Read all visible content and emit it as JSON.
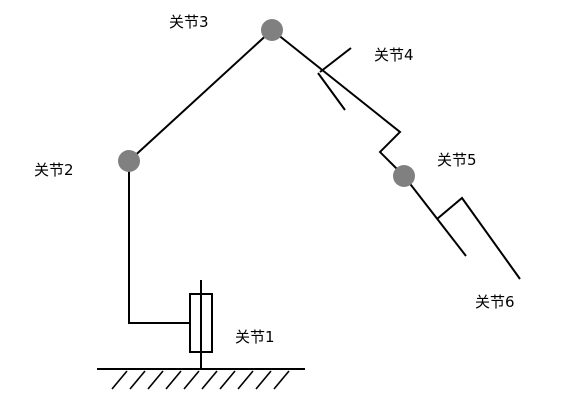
{
  "diagram": {
    "joint_labels": {
      "joint1": "关节1",
      "joint2": "关节2",
      "joint3": "关节3",
      "joint4": "关节4",
      "joint5": "关节5",
      "joint6": "关节6"
    },
    "colors": {
      "line": "#000000",
      "joint_fill": "#808080",
      "background": "#ffffff"
    }
  }
}
